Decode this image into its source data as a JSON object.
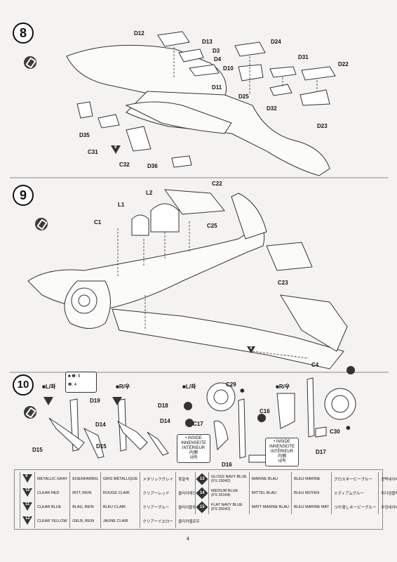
{
  "steps": {
    "s8": {
      "number": "8"
    },
    "s9": {
      "number": "9"
    },
    "s10": {
      "number": "10"
    }
  },
  "step8_labels": {
    "d12": "D12",
    "d13": "D13",
    "d3": "D3",
    "d4": "D4",
    "d10": "D10",
    "d11": "D11",
    "d24": "D24",
    "d25": "D25",
    "d31": "D31",
    "d32": "D32",
    "d22": "D22",
    "d23": "D23",
    "d35": "D35",
    "c31": "C31",
    "c32": "C32",
    "d36": "D36",
    "paint9": "9"
  },
  "step9_labels": {
    "l1": "L1",
    "l2": "L2",
    "c1": "C1",
    "c22": "C22",
    "c25": "C25",
    "c23": "C23",
    "c4": "C4",
    "paint4": "4"
  },
  "step10": {
    "left_label": "■L/좌",
    "right_label": "■R/우",
    "left_label2": "■L/좌",
    "right_label2": "■R/우",
    "key1": "■ ❶:",
    "key2": "❷:",
    "k1b": "9",
    "k2b": "4",
    "d19": "D19",
    "d14a": "D14",
    "d15a": "D15",
    "d18": "D18",
    "d14b": "D14",
    "d15b": "D15",
    "c29": "C29",
    "c17": "C17",
    "d16": "D16",
    "c16": "C16",
    "c30": "C30",
    "d17": "D17",
    "note_lines": [
      "• INSIDE",
      "INNENSEITE",
      "INTÉRIEUR",
      "内側",
      "내측"
    ],
    "mark_star": "✱",
    "p1": "1",
    "p2": "2",
    "p3": "8",
    "p4": "6",
    "p5": "9",
    "p6": "8",
    "p7": "8"
  },
  "legend": [
    {
      "code": "9",
      "shape": "tri",
      "en": "METALLIC GRAY",
      "de": "EISENFARBIG",
      "fr": "GRIS MÉTALLIQUE",
      "ja": "メタリックグレイ",
      "ko": "흑철색"
    },
    {
      "code": "10",
      "shape": "tri",
      "en": "CLEAR RED",
      "de": "ROT, REIN",
      "fr": "ROUGE CLAIR",
      "ja": "クリアーレッド",
      "ko": "클리어레드"
    },
    {
      "code": "11",
      "shape": "tri",
      "en": "CLEAR BLUE",
      "de": "BLAU, REIN",
      "fr": "BLEU CLAIR",
      "ja": "クリアーブルー",
      "ko": "클리어블루"
    },
    {
      "code": "12",
      "shape": "tri",
      "en": "CLEAR YELLOW",
      "de": "GELB, REIN",
      "fr": "JAUNE CLAIR",
      "ja": "クリアーイエロー",
      "ko": "클리어옐로우"
    }
  ],
  "legend_right": [
    {
      "code": "13",
      "en": "GLOSS NAVY BLUE",
      "fs": "(FS 15042)",
      "de": "MARINE BLAU",
      "fr": "BLEU MARINE",
      "ja": "グロスネービーブルー",
      "ko": "광택네이비블루"
    },
    {
      "code": "14",
      "en": "MEDIUM BLUE",
      "fs": "(FS 35164)",
      "de": "MITTEL BLAU",
      "fr": "BLEU MOYEN",
      "ja": "ミディアムブルー",
      "ko": "미디엄블루"
    },
    {
      "code": "15",
      "en": "FLAT NAVY BLUE",
      "fs": "(FS 35042)",
      "de": "MATT MARINE BLAU",
      "fr": "BLEU MARINE MAT",
      "ja": "つや消しネービーブルー",
      "ko": "무광네이비블루"
    }
  ],
  "page_number": "4",
  "colors": {
    "ink": "#111111",
    "paper": "#f4f3f1",
    "badge": "#3b3b3b"
  }
}
